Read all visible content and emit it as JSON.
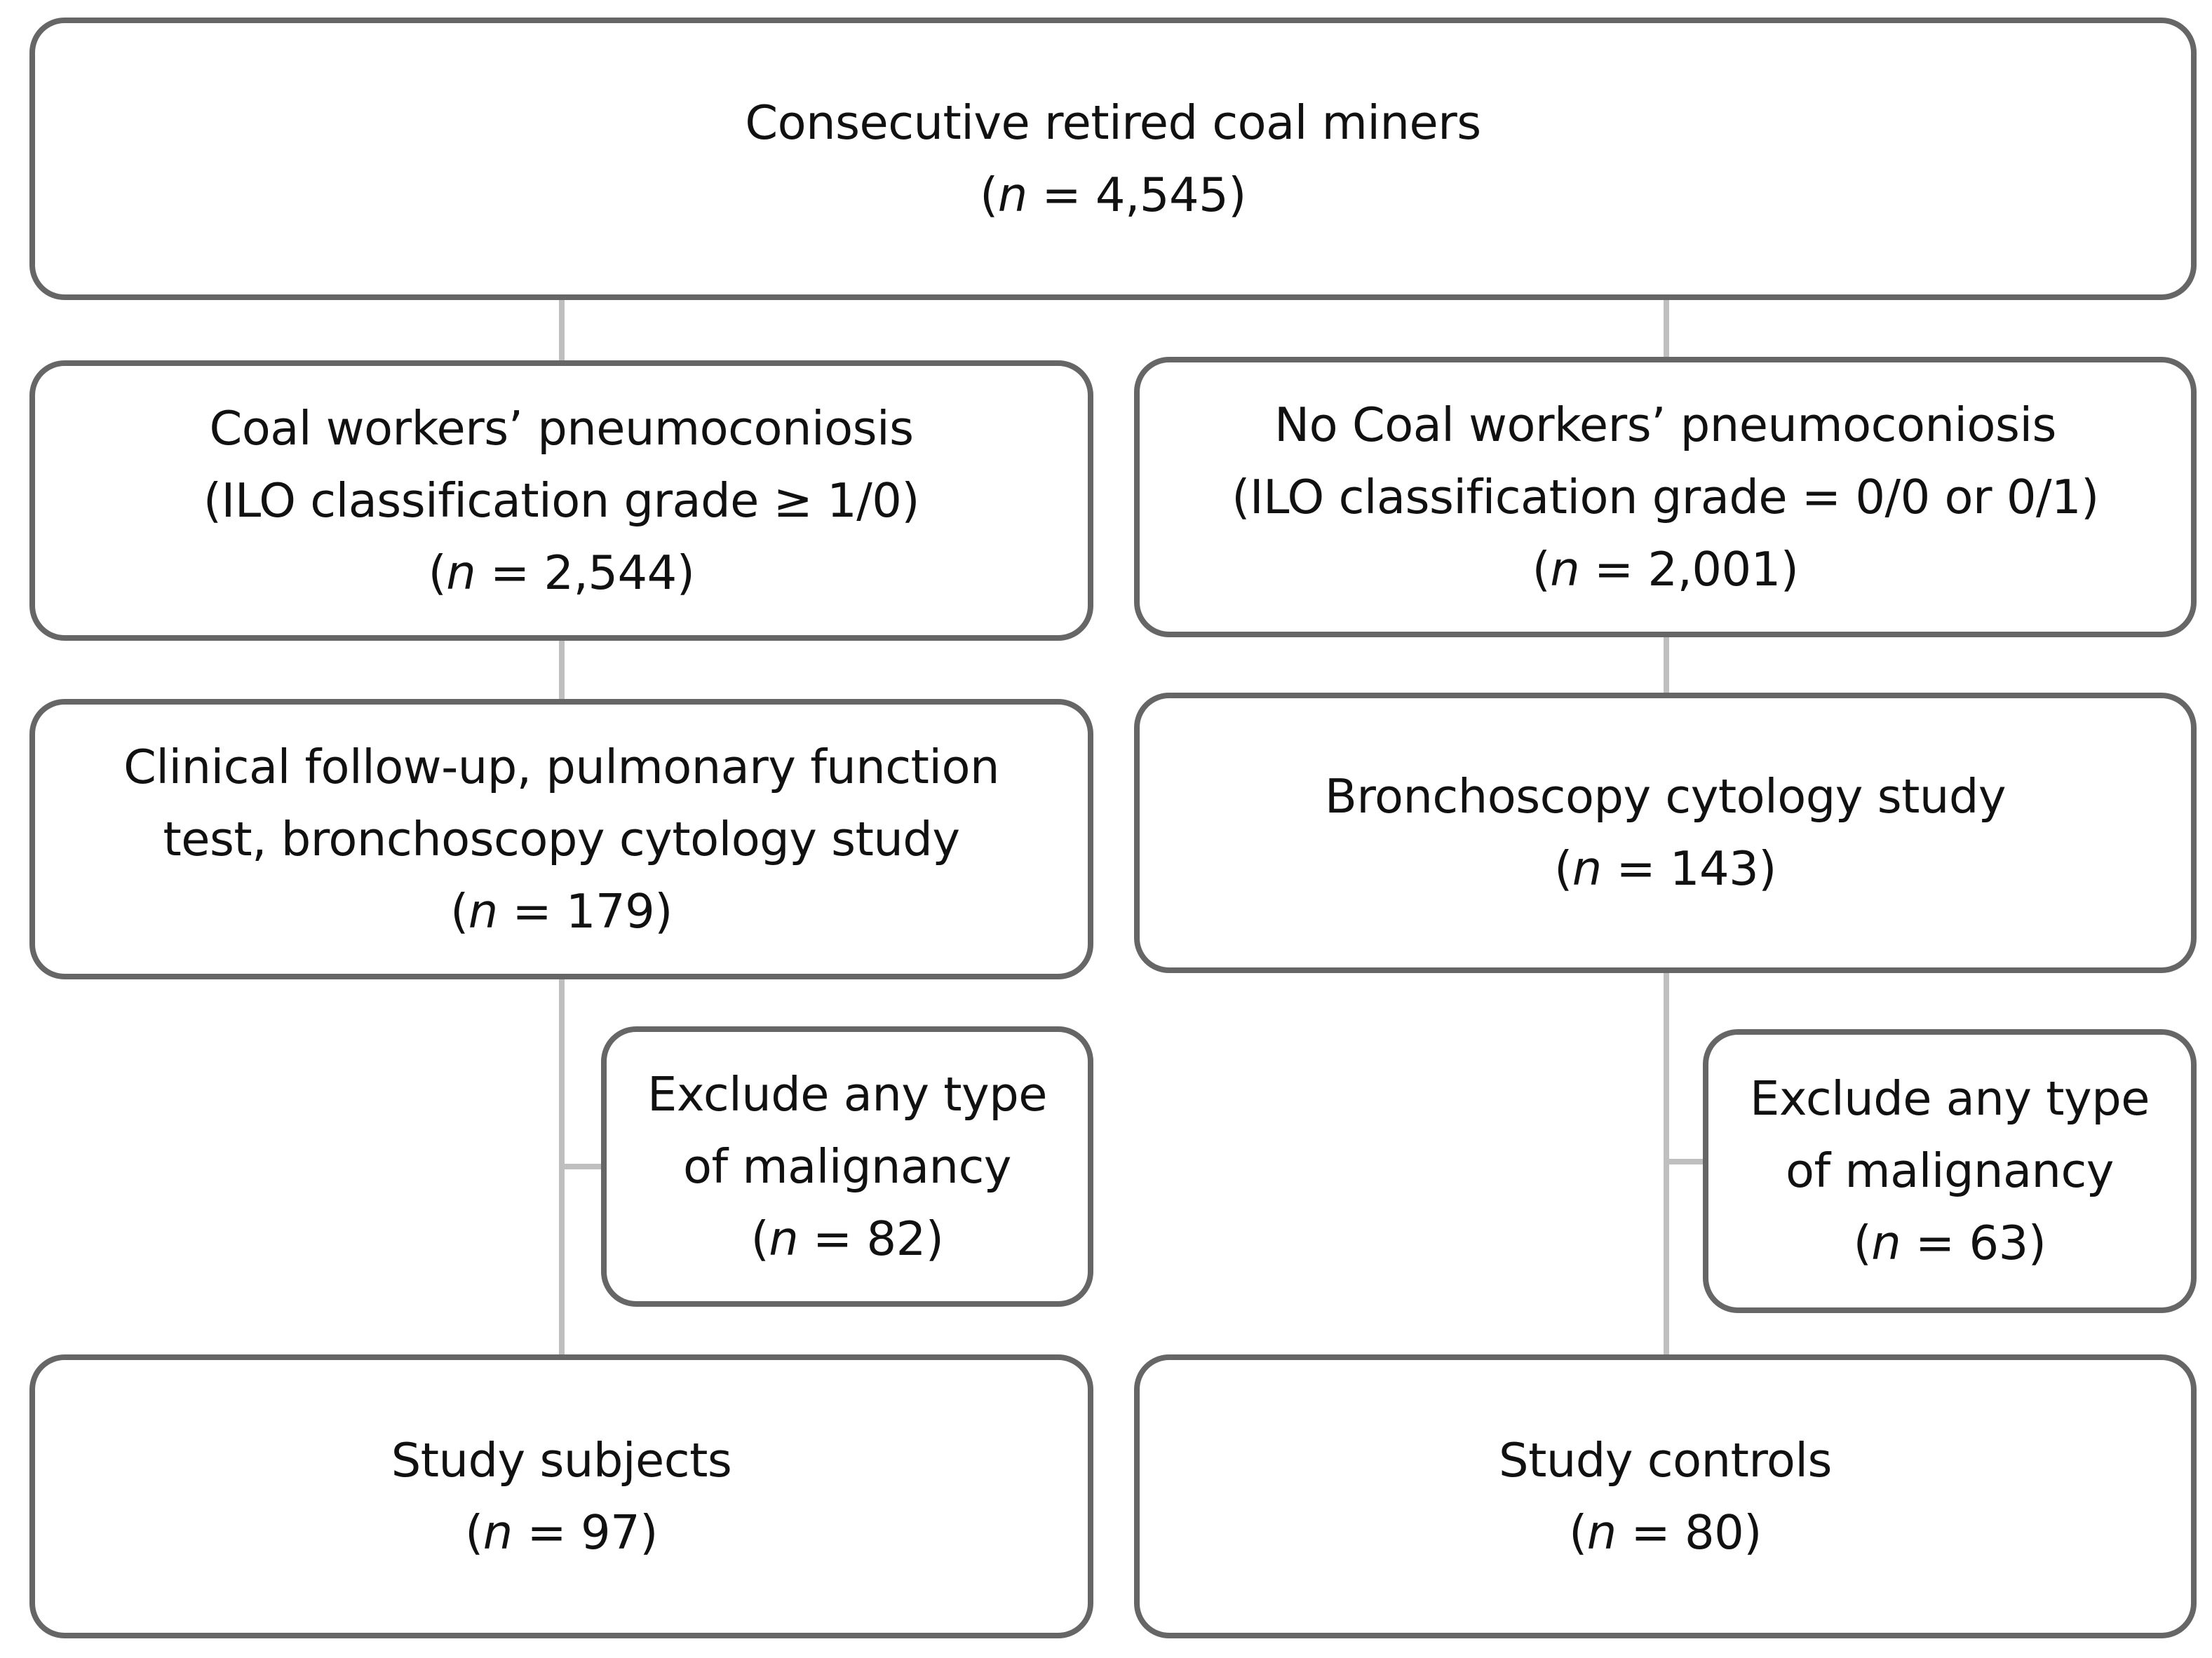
{
  "top": {
    "title": "Consecutive retired coal miners",
    "n_prefix": "(",
    "n_var": "n",
    "n_value": " = 4,545)"
  },
  "cwp": {
    "line1": "Coal workers’ pneumoconiosis",
    "line2": "(ILO classification grade ≥ 1/0)",
    "n_prefix": "(",
    "n_var": "n",
    "n_value": " = 2,544)"
  },
  "no_cwp": {
    "line1": "No Coal workers’ pneumoconiosis",
    "line2": "(ILO classification grade = 0/0 or 0/1)",
    "n_prefix": "(",
    "n_var": "n",
    "n_value": " = 2,001)"
  },
  "clinical": {
    "line1": "Clinical follow-up, pulmonary function",
    "line2": "test, bronchoscopy cytology study",
    "n_prefix": "(",
    "n_var": "n",
    "n_value": " = 179)"
  },
  "bronch": {
    "line1": "Bronchoscopy cytology study",
    "n_prefix": "(",
    "n_var": "n",
    "n_value": " = 143)"
  },
  "exclude_left": {
    "line1": "Exclude any type",
    "line2": "of malignancy",
    "n_prefix": "(",
    "n_var": "n",
    "n_value": " = 82)"
  },
  "exclude_right": {
    "line1": "Exclude any type",
    "line2": "of malignancy",
    "n_prefix": "(",
    "n_var": "n",
    "n_value": " = 63)"
  },
  "subjects": {
    "line1": "Study subjects",
    "n_prefix": "(",
    "n_var": "n",
    "n_value": " = 97)"
  },
  "controls": {
    "line1": "Study controls",
    "n_prefix": "(",
    "n_var": "n",
    "n_value": " = 80)"
  },
  "colors": {
    "border": "#666666",
    "connector": "#bfbfbf",
    "text": "#111111"
  }
}
